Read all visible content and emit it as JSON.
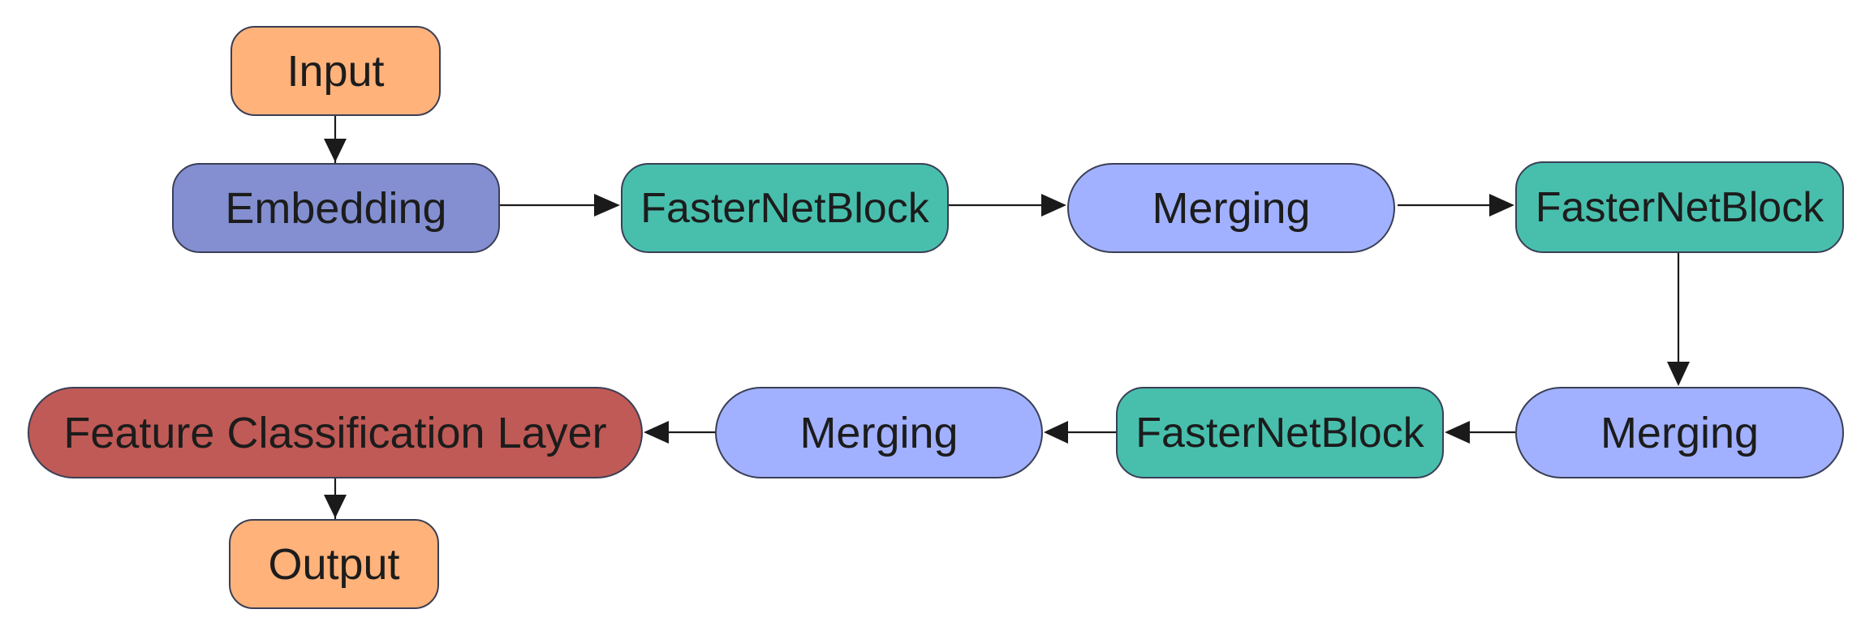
{
  "nodes": {
    "input": "Input",
    "embedding": "Embedding",
    "fasternetblock_1": "FasterNetBlock",
    "merging_1": "Merging",
    "fasternetblock_2": "FasterNetBlock",
    "merging_2": "Merging",
    "fasternetblock_3": "FasterNetBlock",
    "merging_3": "Merging",
    "feature_classification_layer": "Feature Classification Layer",
    "output": "Output"
  },
  "colors": {
    "input_output": "#ffb27a",
    "embedding": "#838fd1",
    "fasternetblock": "#48bfad",
    "merging": "#a2b1ff",
    "classification": "#c05a56",
    "border": "#3a3f55",
    "arrow": "#1a1a1a"
  }
}
